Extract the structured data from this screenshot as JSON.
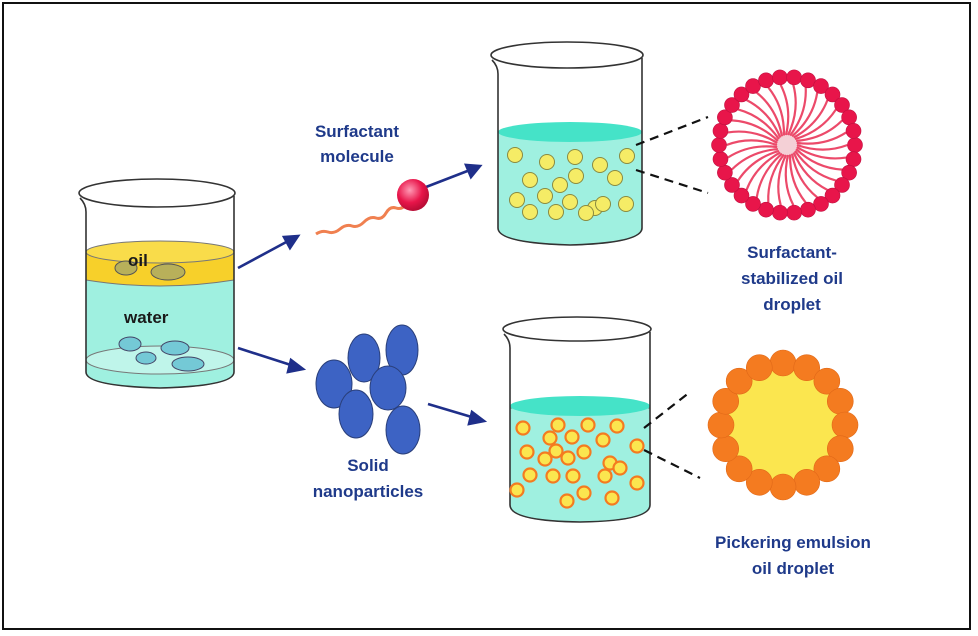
{
  "labels": {
    "oil": "oil",
    "water": "water",
    "surfactant_molecule": [
      "Surfactant",
      "molecule"
    ],
    "solid_nanoparticles": [
      "Solid",
      "nanoparticles"
    ],
    "surfactant_droplet": [
      "Surfactant-",
      "stabilized oil",
      "droplet"
    ],
    "pickering_droplet": [
      "Pickering emulsion",
      "oil droplet"
    ]
  },
  "colors": {
    "oil": "#f7d02a",
    "water": "#9ff0e0",
    "water_top": "#45e3c8",
    "arrow": "#1f2f8a",
    "surfactant_head": "#e8154a",
    "surfactant_tail": "#f08050",
    "nanoparticle": "#3d63c4",
    "pickering_shell": "#f47b20",
    "pickering_core": "#fbe64f",
    "droplet": "#f5ec66"
  }
}
